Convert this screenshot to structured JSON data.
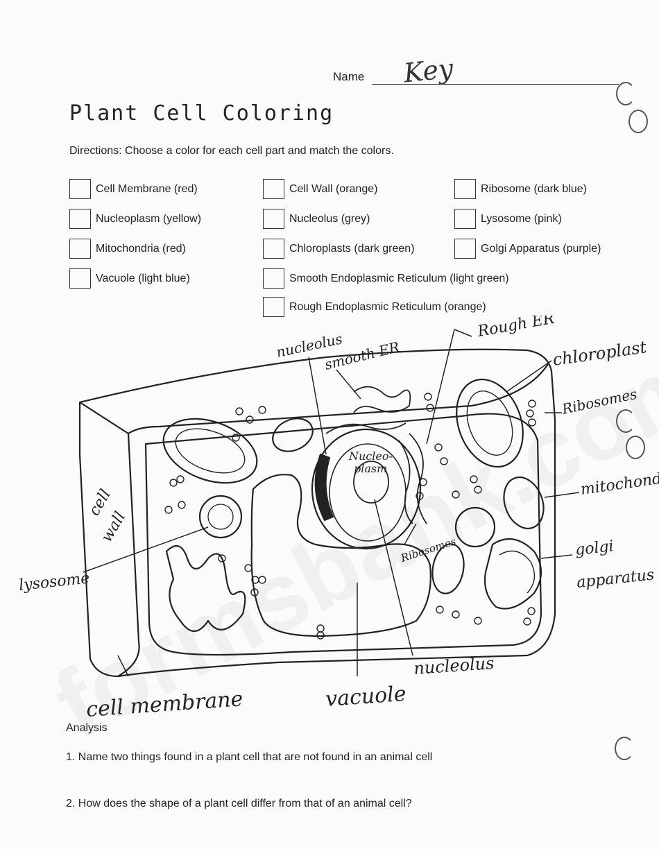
{
  "header": {
    "name_label": "Name",
    "name_value": "Key",
    "title": "Plant Cell Coloring"
  },
  "directions": "Directions: Choose a color for each cell part and match the colors.",
  "legend": [
    {
      "label": "Cell Membrane (red)"
    },
    {
      "label": "Cell Wall (orange)"
    },
    {
      "label": "Ribosome (dark blue)"
    },
    {
      "label": "Nucleoplasm (yellow)"
    },
    {
      "label": "Nucleolus (grey)"
    },
    {
      "label": "Lysosome (pink)"
    },
    {
      "label": "Mitochondria (red)"
    },
    {
      "label": "Chloroplasts (dark green)"
    },
    {
      "label": "Golgi Apparatus (purple)"
    },
    {
      "label": "Vacuole (light blue)"
    },
    {
      "label": "Smooth Endoplasmic Reticulum (light green)"
    },
    {
      "label": "Rough Endoplasmic Reticulum (orange)"
    }
  ],
  "diagram_labels": {
    "nucleolus_top": "nucleolus",
    "smooth_er": "smooth ER",
    "rough_er": "Rough ER",
    "chloroplast": "chloroplast",
    "ribosomes_right": "Ribosomes",
    "mitochondria": "mitochondria",
    "golgi": "golgi",
    "golgi2": "apparatus",
    "cell_wall1": "cell",
    "cell_wall2": "wall",
    "lysosome": "lysosome",
    "nucleoplasm1": "Nucleo-",
    "nucleoplasm2": "plasm",
    "ribosomes_center": "Ribosomes",
    "cell_membrane": "cell membrane",
    "vacuole": "vacuole",
    "nucleolus_bottom": "nucleolus"
  },
  "analysis": {
    "heading": "Analysis",
    "q1": "1. Name two things found in a plant cell that are not found in an animal cell",
    "q2": "2. How does the shape of a plant cell differ from that of an animal cell?"
  },
  "watermark": "formsbank.com"
}
